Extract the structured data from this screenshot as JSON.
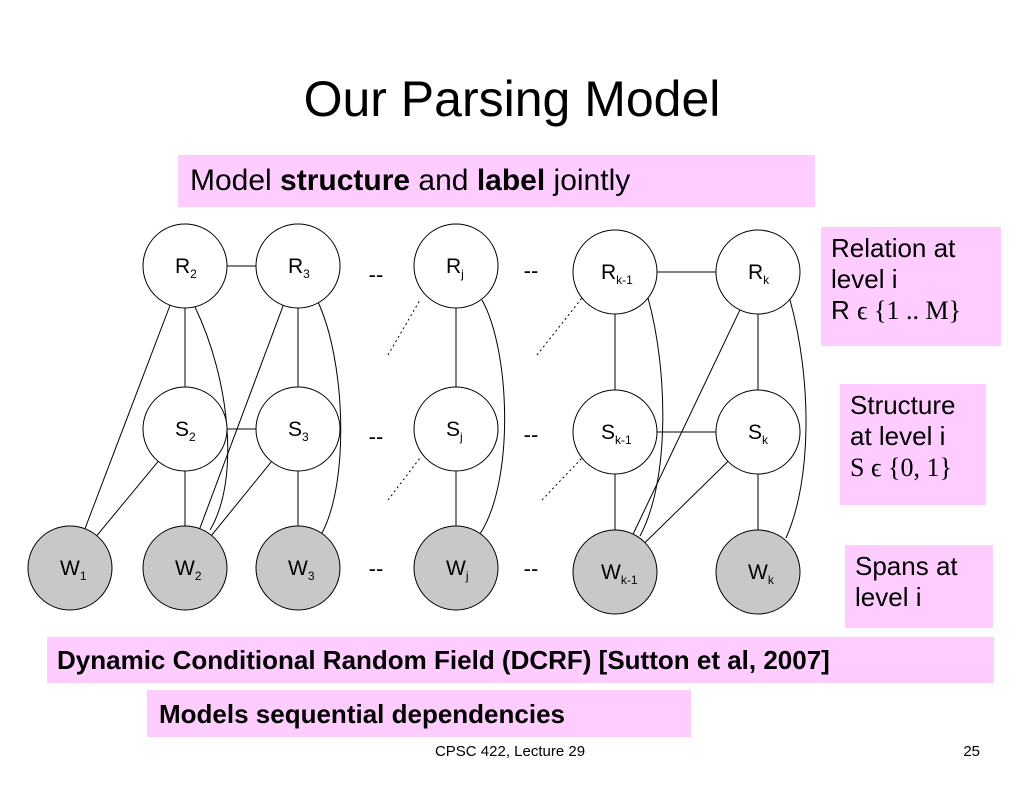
{
  "title": "Our Parsing Model",
  "subtitle": {
    "pre": "Model ",
    "bold1": "structure",
    "mid": " and ",
    "bold2": "label",
    "post": " jointly"
  },
  "sidebox_r": {
    "line1": "Relation at",
    "line2": "level i",
    "line3_var": "R",
    "line3_math": "ϵ {1 .. M}"
  },
  "sidebox_s": {
    "line1": "Structure",
    "line2": "at level i",
    "line3_var": "S",
    "line3_math": "ϵ {0, 1}"
  },
  "sidebox_w": {
    "line1": "Spans at",
    "line2": "level i"
  },
  "dcrf": "Dynamic Conditional Random Field (DCRF) [Sutton et al, 2007]",
  "models": "Models sequential dependencies",
  "footer": {
    "course": "CPSC 422, Lecture 29",
    "page": "25"
  },
  "diagram": {
    "ellipsis": "--",
    "nodes": [
      {
        "id": "R2",
        "base": "R",
        "sub": "2",
        "fill": "#ffffff"
      },
      {
        "id": "R3",
        "base": "R",
        "sub": "3",
        "fill": "#ffffff"
      },
      {
        "id": "Rj",
        "base": "R",
        "sub": "j",
        "fill": "#ffffff"
      },
      {
        "id": "Rk-1",
        "base": "R",
        "sub": "k-1",
        "fill": "#ffffff"
      },
      {
        "id": "Rk",
        "base": "R",
        "sub": "k",
        "fill": "#ffffff"
      },
      {
        "id": "S2",
        "base": "S",
        "sub": "2",
        "fill": "#ffffff"
      },
      {
        "id": "S3",
        "base": "S",
        "sub": "3",
        "fill": "#ffffff"
      },
      {
        "id": "Sj",
        "base": "S",
        "sub": "j",
        "fill": "#ffffff"
      },
      {
        "id": "Sk-1",
        "base": "S",
        "sub": "k-1",
        "fill": "#ffffff"
      },
      {
        "id": "Sk",
        "base": "S",
        "sub": "k",
        "fill": "#ffffff"
      },
      {
        "id": "W1",
        "base": "W",
        "sub": "1",
        "fill": "#c8c8c8"
      },
      {
        "id": "W2",
        "base": "W",
        "sub": "2",
        "fill": "#c8c8c8"
      },
      {
        "id": "W3",
        "base": "W",
        "sub": "3",
        "fill": "#c8c8c8"
      },
      {
        "id": "Wj",
        "base": "W",
        "sub": "j",
        "fill": "#c8c8c8"
      },
      {
        "id": "Wk-1",
        "base": "W",
        "sub": "k-1",
        "fill": "#c8c8c8"
      },
      {
        "id": "Wk",
        "base": "W",
        "sub": "k",
        "fill": "#c8c8c8"
      }
    ]
  }
}
